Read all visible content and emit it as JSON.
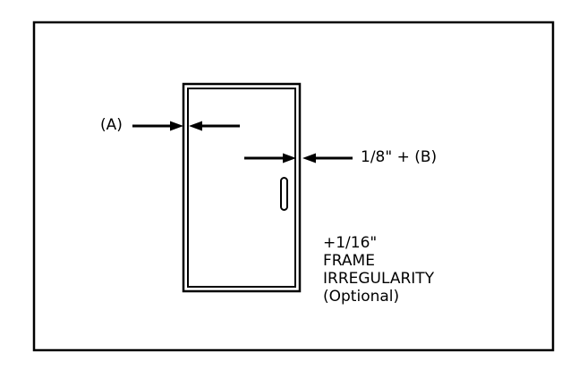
{
  "labels": {
    "dim_a": "(A)",
    "dim_b": "1/8\" + (B)",
    "note": [
      "+1/16\"",
      "FRAME",
      "IRREGULARITY",
      "(Optional)"
    ]
  },
  "colors": {
    "background": "#ffffff",
    "ink": "#000000"
  }
}
